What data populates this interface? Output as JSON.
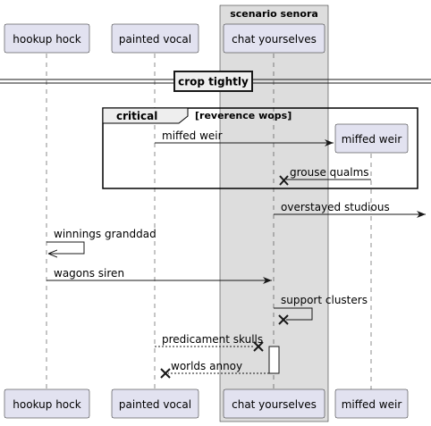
{
  "box": {
    "title": "scenario senora"
  },
  "participants": {
    "hookup": "hookup hock",
    "painted": "painted vocal",
    "chat": "chat yourselves",
    "miffed": "miffed weir"
  },
  "divider": {
    "label": "crop tightly"
  },
  "group": {
    "keyword": "critical",
    "label": "[reverence wops]"
  },
  "messages": {
    "m1": "miffed weir",
    "m2": "grouse qualms",
    "m3": "overstayed studious",
    "m4": "winnings granddad",
    "m5": "wagons siren",
    "m6": "support clusters",
    "m7": "predicament skulls",
    "m8": "worlds annoy"
  }
}
